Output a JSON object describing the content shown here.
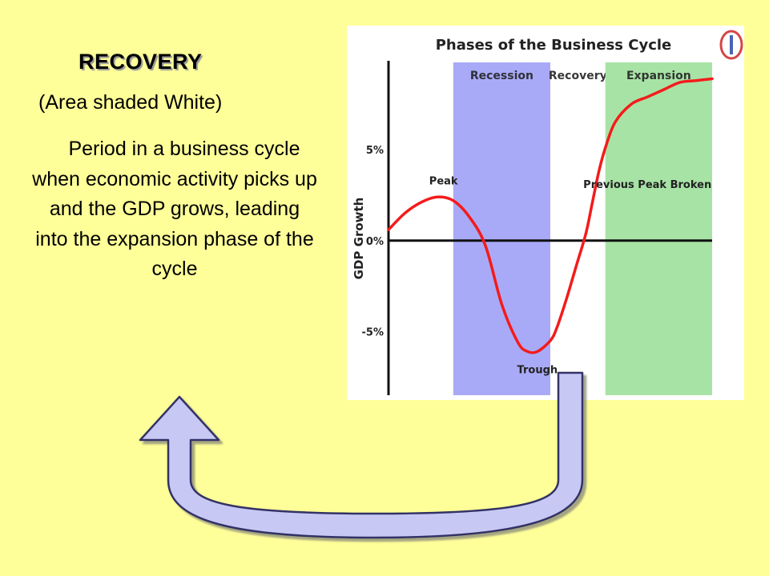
{
  "slide": {
    "title": "RECOVERY",
    "subtitle": "(Area shaded White)",
    "definition": "Period in a business cycle when economic activity picks up and the GDP grows, leading into the expansion phase of the cycle"
  },
  "colors": {
    "background": "#FFFF99",
    "recession_band": "#A9AAF7",
    "expansion_band": "#A8E3A6",
    "curve": "#F41B1B",
    "arrow_fill": "#C8C8F5"
  },
  "chart_data": {
    "type": "line",
    "title": "Phases of the Business Cycle",
    "xlabel": "",
    "ylabel": "GDP Growth",
    "yticks": [
      {
        "value": 5,
        "label": "5%"
      },
      {
        "value": 0,
        "label": "0%"
      },
      {
        "value": -5,
        "label": "-5%"
      }
    ],
    "ylim": [
      -8.5,
      9.8
    ],
    "xlim": [
      0,
      100
    ],
    "bands": [
      {
        "name": "Recession",
        "start": 20,
        "end": 50,
        "color": "#A9AAF7"
      },
      {
        "name": "Recovery",
        "start": 50,
        "end": 67,
        "color": "#FFFFFF"
      },
      {
        "name": "Expansion",
        "start": 67,
        "end": 100,
        "color": "#A8E3A6"
      }
    ],
    "series": [
      {
        "values_x": [
          0,
          5,
          10,
          15,
          20,
          25,
          30,
          35,
          40,
          43,
          46,
          50,
          52,
          55,
          58,
          61,
          63,
          65,
          67,
          70,
          75,
          80,
          85,
          90,
          95,
          100
        ],
        "values_y": [
          0.6,
          1.5,
          2.1,
          2.4,
          2.2,
          1.3,
          -0.3,
          -3.5,
          -5.6,
          -6.1,
          -6.1,
          -5.5,
          -4.8,
          -3.2,
          -1.4,
          0.4,
          2.1,
          3.8,
          5.1,
          6.5,
          7.5,
          7.9,
          8.3,
          8.7,
          8.8,
          8.9
        ]
      }
    ],
    "annotations": [
      {
        "text": "Peak",
        "x": 17,
        "y": 3.1
      },
      {
        "text": "Trough",
        "x": 46,
        "y": -7.3
      },
      {
        "text": "Previous Peak Broken",
        "x": 80,
        "y": 2.9
      }
    ],
    "grid": false,
    "zero_line": true
  }
}
